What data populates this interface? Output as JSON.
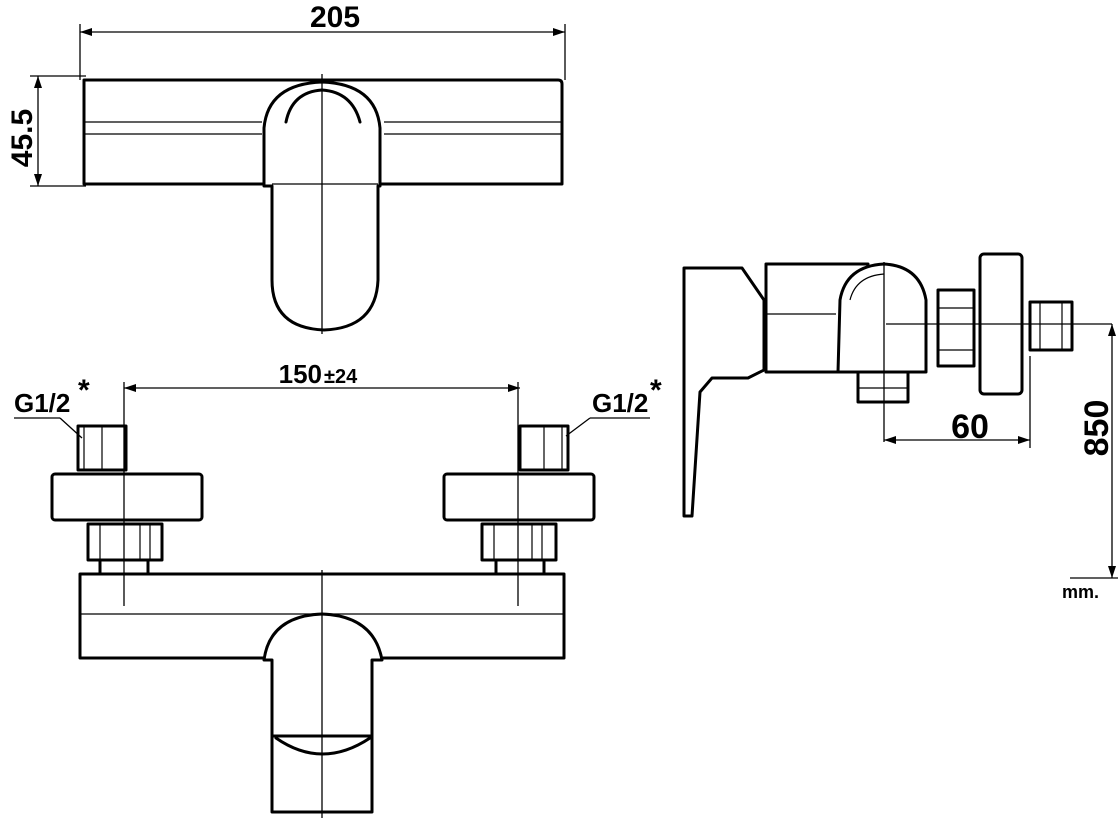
{
  "dimensions": {
    "width_total": "205",
    "height_body": "45.5",
    "inlet_spacing": "150",
    "inlet_tolerance": "±24",
    "projection": "60",
    "mount_height": "850"
  },
  "labels": {
    "inlet_thread_left": "G1/2",
    "inlet_thread_right": "G1/2",
    "asterisk": "*",
    "unit": "mm."
  }
}
